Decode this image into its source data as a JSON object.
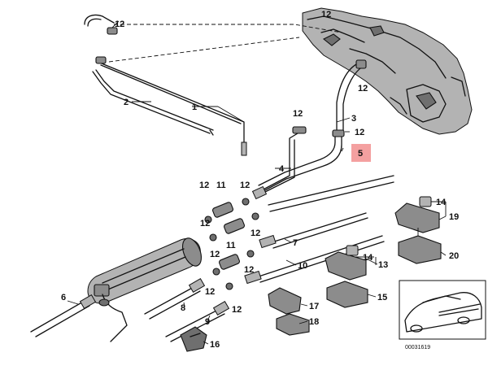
{
  "diagram": {
    "callouts": {
      "c1": "1",
      "c2": "2",
      "c3": "3",
      "c4": "4",
      "c5": "5",
      "c6": "6",
      "c7": "7",
      "c8": "8",
      "c9": "9",
      "c10": "10",
      "c11a": "11",
      "c11b": "11",
      "c12a": "12",
      "c12b": "12",
      "c12c": "12",
      "c12d": "12",
      "c12e": "12",
      "c12f": "12",
      "c12g": "12",
      "c12h": "12",
      "c12i": "12",
      "c12j": "12",
      "c12k": "12",
      "c12l": "12",
      "c12m": "12",
      "c13": "13",
      "c14a": "14",
      "c14b": "14",
      "c15": "15",
      "c16": "16",
      "c17": "17",
      "c18": "18",
      "c19": "19",
      "c20": "20"
    },
    "highlighted_callout": "5",
    "document_id": "00031619",
    "colors": {
      "highlight": "#f4a0a0",
      "line": "#111111",
      "part_fill": "#8c8c8c"
    }
  }
}
